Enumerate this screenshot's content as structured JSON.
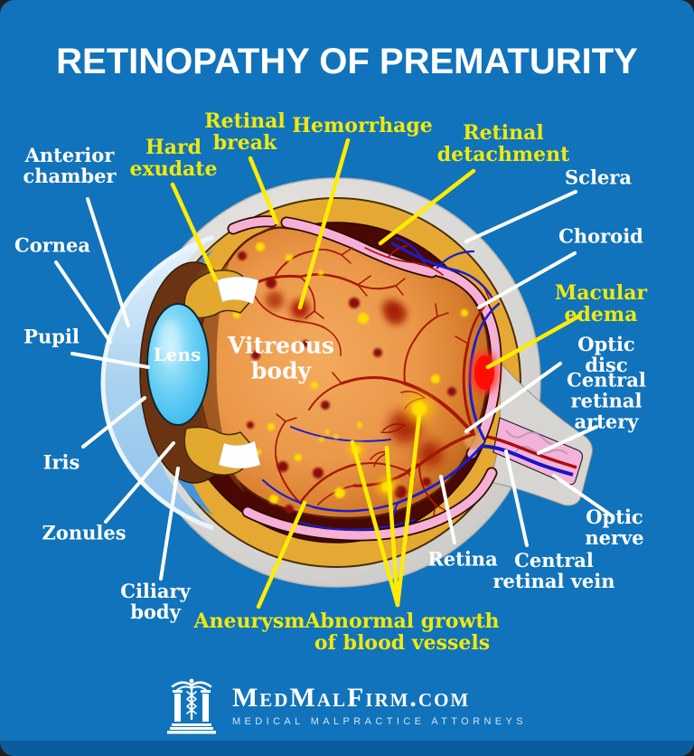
{
  "title": "RETINOPATHY OF PREMATURITY",
  "eye_labels": {
    "anterior_chamber": "Anterior\nchamber",
    "cornea": "Cornea",
    "pupil": "Pupil",
    "iris": "Iris",
    "zonules": "Zonules",
    "ciliary_body": "Ciliary\nbody",
    "hard_exudate": "Hard\nexudate",
    "retinal_break": "Retinal\nbreak",
    "hemorrhage": "Hemorrhage",
    "retinal_detachment": "Retinal\ndetachment",
    "sclera": "Sclera",
    "choroid": "Choroid",
    "macular_edema": "Macular\nedema",
    "optic_disc": "Optic disc",
    "central_retinal_artery": "Central\nretinal artery",
    "optic_nerve": "Optic nerve",
    "central_retinal_vein": "Central\nretinal vein",
    "retina": "Retina",
    "aneurysm": "Aneurysm",
    "abnormal_growth": "Abnormal growth\nof blood vessels",
    "lens": "Lens",
    "vitreous_body": "Vitreous\nbody"
  },
  "footer": {
    "brand": "MedMalFirm.com",
    "tagline": "MEDICAL MALPRACTICE ATTORNEYS"
  },
  "colors": {
    "background": "#1173bb",
    "label_white": "#ffffff",
    "label_yellow": "#f0e90e",
    "leader_yellow": "#ffec00",
    "footer_bar": "#0b5c9c"
  }
}
